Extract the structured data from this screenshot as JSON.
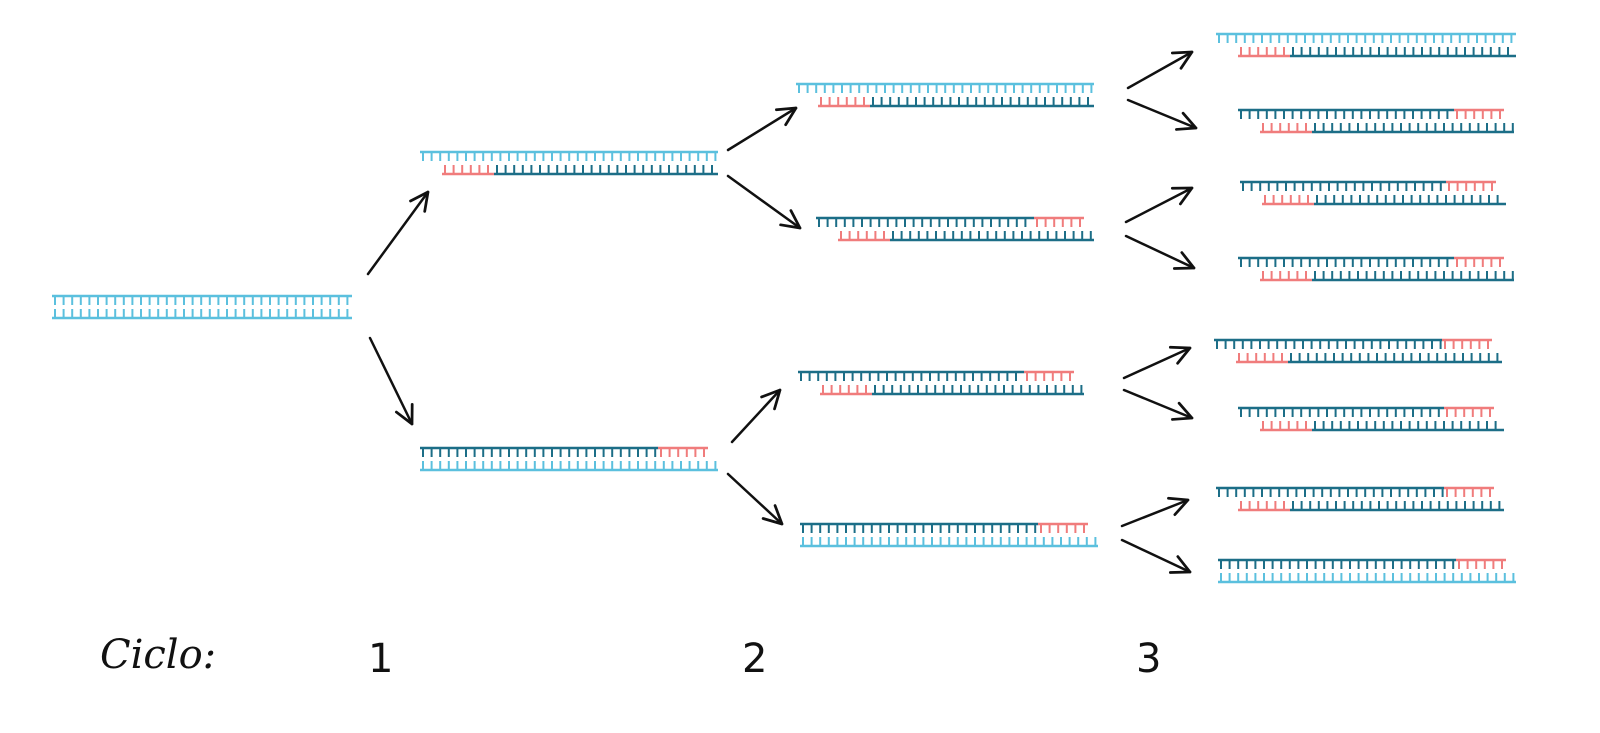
{
  "labels": {
    "cycle": "Ciclo:",
    "cycle_numbers": [
      "1",
      "2",
      "3"
    ]
  },
  "colors": {
    "light": "#5bc0de",
    "dark": "#1c6e87",
    "primer": "#f07c7c",
    "arrow": "#111111"
  },
  "legend_semantics": {
    "light": "original-template-strand",
    "dark": "newly-synthesized-strand",
    "primer": "primer"
  }
}
